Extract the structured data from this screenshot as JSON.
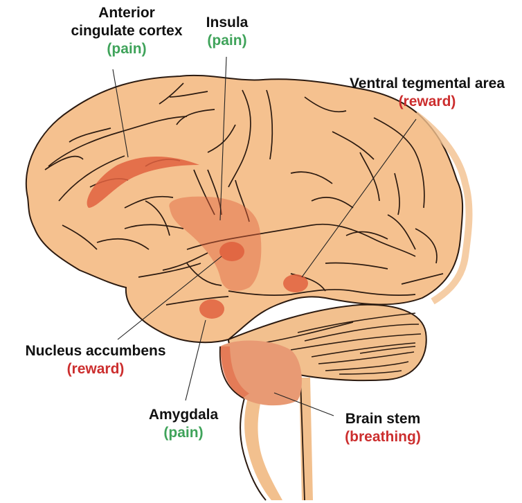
{
  "diagram": {
    "title": "Brain regions and functions",
    "colors": {
      "brain_fill": "#f2c08e",
      "brain_highlight": "#f9d9b4",
      "outline": "#2b1a10",
      "region_dark": "#e0623f",
      "region_mid": "#e6835a",
      "region_light": "#e89a74",
      "pain_text": "#3fa35a",
      "reward_text": "#cc2e2e",
      "breathing_text": "#cc2e2e",
      "leader_line": "#222222"
    },
    "labels": [
      {
        "id": "acc",
        "name_lines": [
          "Anterior",
          "cingulate cortex"
        ],
        "function": "(pain)",
        "function_type": "pain"
      },
      {
        "id": "insula",
        "name_lines": [
          "Insula"
        ],
        "function": "(pain)",
        "function_type": "pain"
      },
      {
        "id": "vta",
        "name_lines": [
          "Ventral tegmental area"
        ],
        "function": "(reward)",
        "function_type": "reward"
      },
      {
        "id": "nacc",
        "name_lines": [
          "Nucleus accumbens"
        ],
        "function": "(reward)",
        "function_type": "reward"
      },
      {
        "id": "amygdala",
        "name_lines": [
          "Amygdala"
        ],
        "function": "(pain)",
        "function_type": "pain"
      },
      {
        "id": "brainstem",
        "name_lines": [
          "Brain stem"
        ],
        "function": "(breathing)",
        "function_type": "breathing"
      }
    ]
  }
}
